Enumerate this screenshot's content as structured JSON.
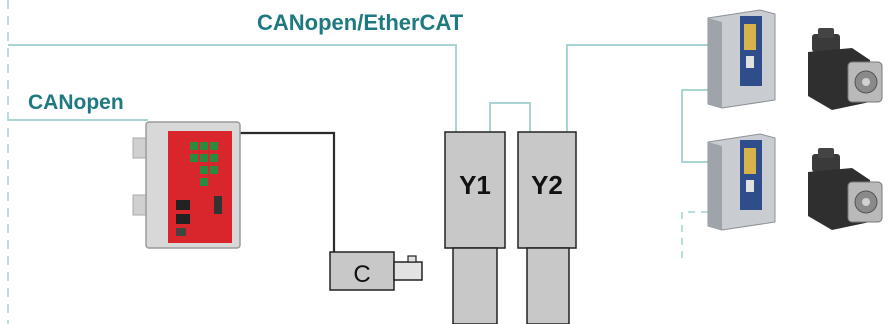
{
  "labels": {
    "canopen_ethercat": "CANopen/EtherCAT",
    "canopen": "CANopen"
  },
  "axes": {
    "y1": "Y1",
    "y2": "Y2",
    "c": "C"
  },
  "colors": {
    "bus_line": "#a8d4d4",
    "bus_text": "#1e7a80",
    "dashed_line": "#b8dedf",
    "cable": "#2b2b2b",
    "axis_fill": "#c8c8c8",
    "axis_stroke": "#222222",
    "controller_red": "#d9262c",
    "controller_frame": "#d8d8d8",
    "drive_body": "#c9ccd0",
    "motor_body": "#2f2f2f"
  },
  "devices": {
    "controller": "controller-module",
    "drives": [
      "servo-drive-1",
      "servo-drive-2"
    ],
    "motors": [
      "servo-motor-1",
      "servo-motor-2"
    ]
  }
}
